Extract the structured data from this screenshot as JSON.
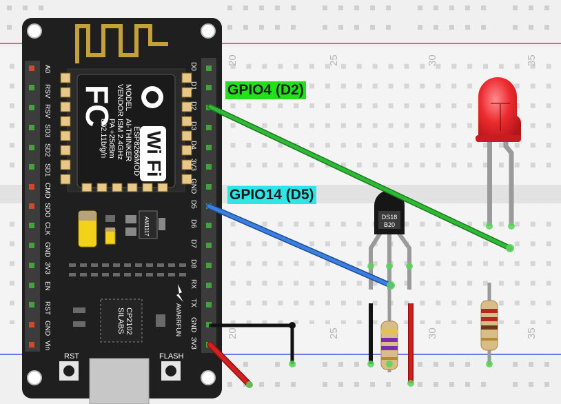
{
  "labels": {
    "gpio4": {
      "text": "GPIO4 (D2)",
      "color": "#22e11a"
    },
    "gpio14": {
      "text": "GPIO14 (D5)",
      "color": "#2ee6e6"
    }
  },
  "breadboard": {
    "column_numbers_top": [
      "20",
      "25",
      "30",
      "35"
    ],
    "column_numbers_bottom": [
      "20",
      "25",
      "30",
      "35"
    ]
  },
  "board": {
    "right_pins": [
      "D0",
      "D1",
      "D2",
      "D3",
      "D4",
      "3V3",
      "GND",
      "D5",
      "D6",
      "D7",
      "D8",
      "RX",
      "TX",
      "GND",
      "3V3"
    ],
    "left_pins": [
      "A0",
      "RSV",
      "RSV",
      "SD3",
      "SD2",
      "SD1",
      "CMD",
      "SDO",
      "CLK",
      "GND",
      "3V3",
      "EN",
      "RST",
      "GND",
      "Vin"
    ],
    "module_lines": [
      "MODEL",
      "VENDOR",
      "ESP8266MOD",
      "AI-THINKER",
      "ISM 2.4GHz",
      "PA +25dBm",
      "802.11b/g/n"
    ],
    "fcc_mark": "FC",
    "wifi_text": "Wi Fi",
    "regulator_text": "AM1117",
    "usb_chip_line1": "SILABS",
    "usb_chip_line2": "CP2102",
    "vendor_text": "AVARRFUN",
    "rst_label": "RST",
    "flash_label": "FLASH"
  },
  "sensor": {
    "line1": "DS18",
    "line2": "B20"
  },
  "colors": {
    "wire_green": "#21a82a",
    "wire_blue": "#2b6fcb",
    "wire_black": "#111111",
    "wire_red": "#cc1d1d",
    "led_red": "#e8252a",
    "board": "#1e1e1e"
  }
}
